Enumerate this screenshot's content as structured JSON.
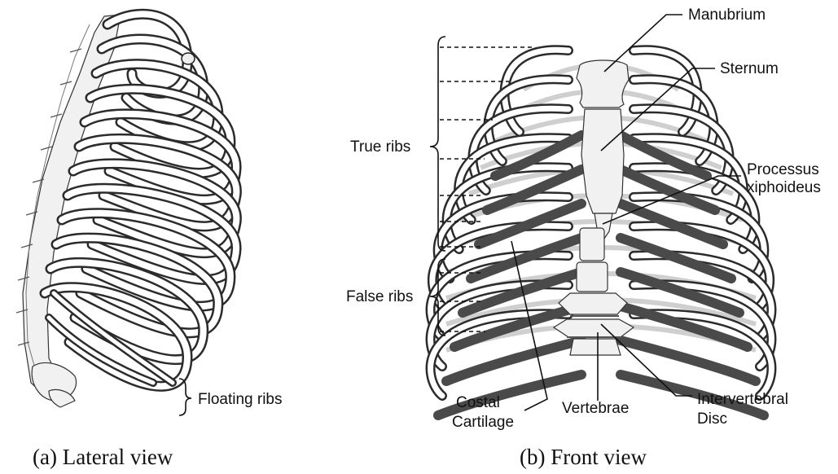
{
  "lateral": {
    "caption": "(a) Lateral view",
    "labels": {
      "floating_ribs": "Floating ribs"
    }
  },
  "front": {
    "caption": "(b) Front view",
    "labels": {
      "manubrium": "Manubrium",
      "sternum": "Sternum",
      "processus_line1": "Processus",
      "processus_line2": "xiphoideus",
      "true_ribs": "True ribs",
      "false_ribs": "False ribs",
      "costal_line1": "Costal",
      "costal_line2": "Cartilage",
      "vertebrae": "Vertebrae",
      "intervertebral_line1": "Intervertebral",
      "intervertebral_line2": "Disc"
    }
  },
  "colors": {
    "bone_outline": "#2b2b2b",
    "cartilage": "#4a4a4a",
    "text": "#111111"
  }
}
